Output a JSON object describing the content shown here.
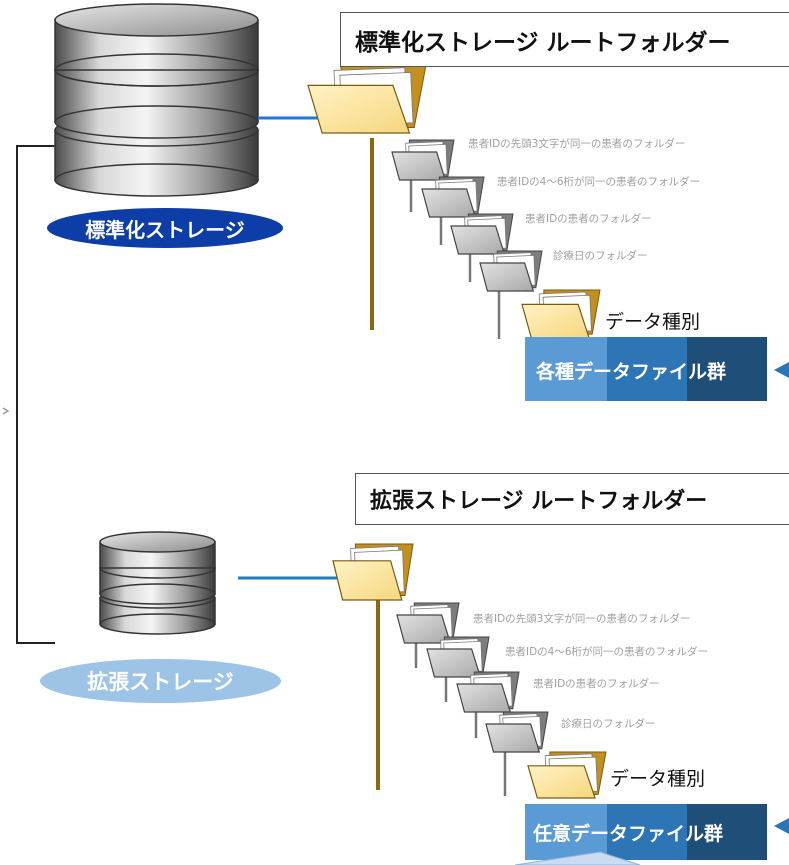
{
  "standard": {
    "root_title": "標準化ストレージ ルートフォルダー",
    "storage_label": "標準化ストレージ",
    "folders": [
      "患者IDの先頭3文字が同一の患者のフォルダー",
      "患者IDの4～6桁が同一の患者のフォルダー",
      "患者IDの患者のフォルダー",
      "診療日のフォルダー"
    ],
    "data_type": "データ種別",
    "files_label": "各種データファイル群"
  },
  "extended": {
    "root_title": "拡張ストレージ ルートフォルダー",
    "storage_label": "拡張ストレージ",
    "folders": [
      "患者IDの先頭3文字が同一の患者のフォルダー",
      "患者IDの4～6桁が同一の患者のフォルダー",
      "患者IDの患者のフォルダー",
      "診療日のフォルダー"
    ],
    "data_type": "データ種別",
    "files_label": "任意データファイル群"
  },
  "colors": {
    "folder_yellow": "#fbe6a2",
    "folder_gold": "#c3901e",
    "folder_gray": "#c8c8c8",
    "trunk": "#8a6a10",
    "connector_blue": "#1f7bd0",
    "badge_dark_blue": "#0d3ea8",
    "badge_light_blue": "#9dc3e6",
    "banner_light": "#5a9bd5",
    "banner_mid": "#2e75b6",
    "banner_dark": "#1f4e79"
  }
}
